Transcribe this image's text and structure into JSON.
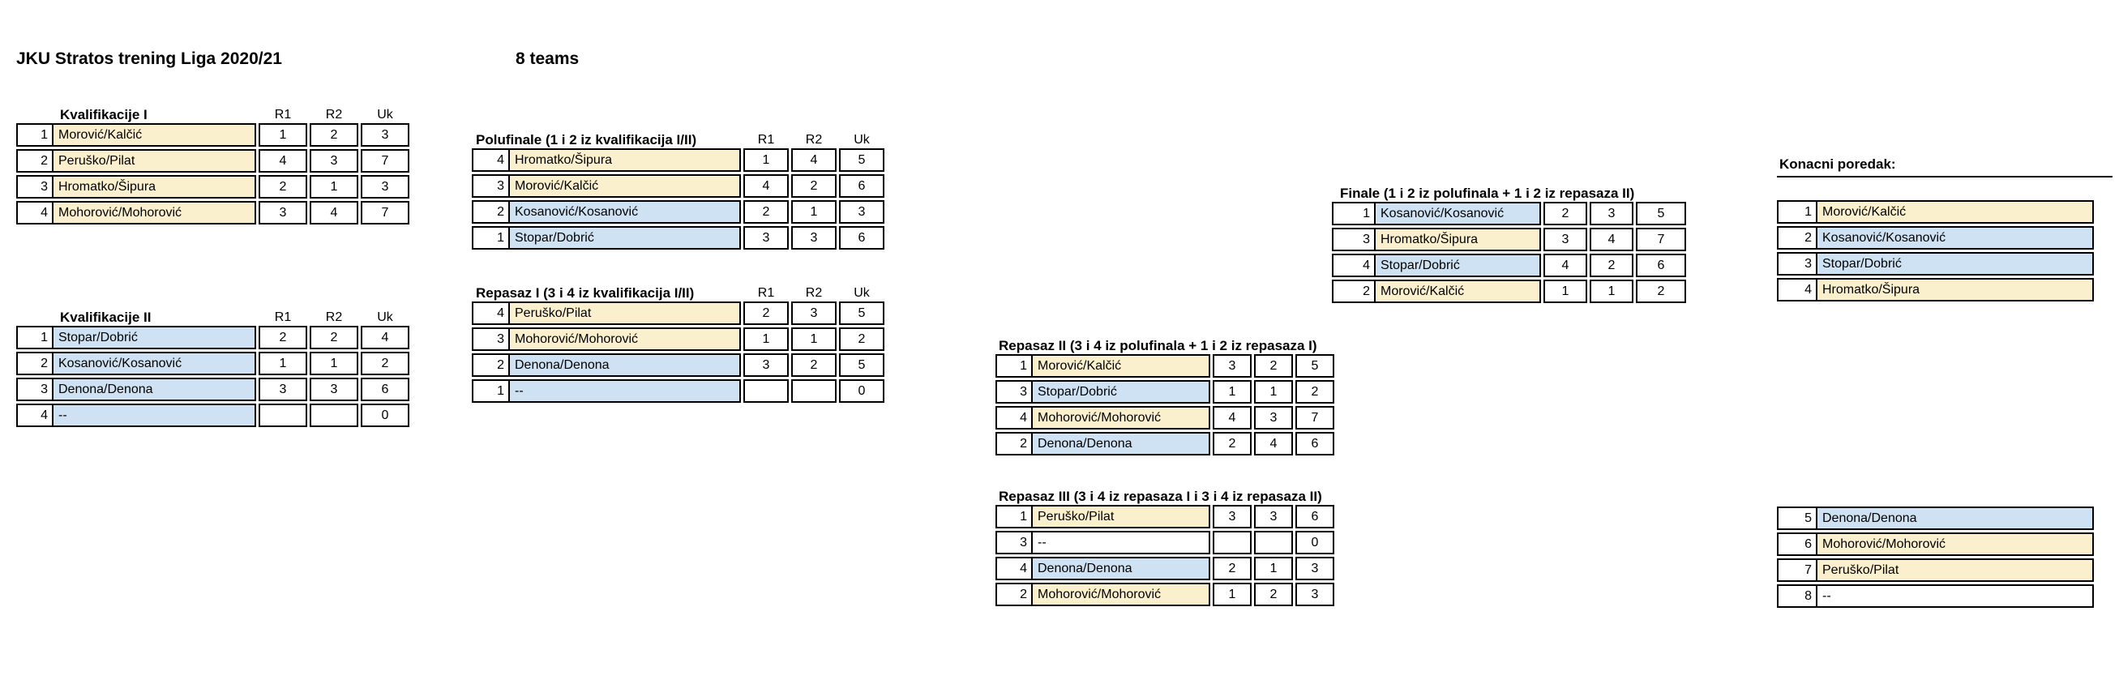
{
  "header": {
    "title": "JKU Stratos trening Liga 2020/21",
    "teams_label": "8 teams"
  },
  "col_headers": {
    "r1": "R1",
    "r2": "R2",
    "uk": "Uk"
  },
  "colors": {
    "beige": "#fbf0cd",
    "blue": "#cfe2f3",
    "white": "#ffffff"
  },
  "tables": {
    "kval1": {
      "title": "Kvalifikacije I",
      "rows": [
        {
          "rank": "1",
          "name": "Morović/Kalčić",
          "color": "beige",
          "r1": "1",
          "r2": "2",
          "uk": "3"
        },
        {
          "rank": "2",
          "name": "Peruško/Pilat",
          "color": "beige",
          "r1": "4",
          "r2": "3",
          "uk": "7"
        },
        {
          "rank": "3",
          "name": "Hromatko/Šipura",
          "color": "beige",
          "r1": "2",
          "r2": "1",
          "uk": "3"
        },
        {
          "rank": "4",
          "name": "Mohorović/Mohorović",
          "color": "beige",
          "r1": "3",
          "r2": "4",
          "uk": "7"
        }
      ]
    },
    "kval2": {
      "title": "Kvalifikacije II",
      "rows": [
        {
          "rank": "1",
          "name": "Stopar/Dobrić",
          "color": "blue",
          "r1": "2",
          "r2": "2",
          "uk": "4"
        },
        {
          "rank": "2",
          "name": "Kosanović/Kosanović",
          "color": "blue",
          "r1": "1",
          "r2": "1",
          "uk": "2"
        },
        {
          "rank": "3",
          "name": "Denona/Denona",
          "color": "blue",
          "r1": "3",
          "r2": "3",
          "uk": "6"
        },
        {
          "rank": "4",
          "name": "--",
          "color": "blue",
          "r1": "",
          "r2": "",
          "uk": "0"
        }
      ]
    },
    "polufinale": {
      "title": "Polufinale (1 i 2 iz kvalifikacija I/II)",
      "rows": [
        {
          "rank": "4",
          "name": "Hromatko/Šipura",
          "color": "beige",
          "r1": "1",
          "r2": "4",
          "uk": "5"
        },
        {
          "rank": "3",
          "name": "Morović/Kalčić",
          "color": "beige",
          "r1": "4",
          "r2": "2",
          "uk": "6"
        },
        {
          "rank": "2",
          "name": "Kosanović/Kosanović",
          "color": "blue",
          "r1": "2",
          "r2": "1",
          "uk": "3"
        },
        {
          "rank": "1",
          "name": "Stopar/Dobrić",
          "color": "blue",
          "r1": "3",
          "r2": "3",
          "uk": "6"
        }
      ]
    },
    "repasaz1": {
      "title": "Repasaz I (3 i 4 iz kvalifikacija I/II)",
      "rows": [
        {
          "rank": "4",
          "name": "Peruško/Pilat",
          "color": "beige",
          "r1": "2",
          "r2": "3",
          "uk": "5"
        },
        {
          "rank": "3",
          "name": "Mohorović/Mohorović",
          "color": "beige",
          "r1": "1",
          "r2": "1",
          "uk": "2"
        },
        {
          "rank": "2",
          "name": "Denona/Denona",
          "color": "blue",
          "r1": "3",
          "r2": "2",
          "uk": "5"
        },
        {
          "rank": "1",
          "name": "--",
          "color": "blue",
          "r1": "",
          "r2": "",
          "uk": "0"
        }
      ]
    },
    "repasaz2": {
      "title": "Repasaz II (3 i 4 iz polufinala + 1 i 2 iz repasaza I)",
      "rows": [
        {
          "rank": "1",
          "name": "Morović/Kalčić",
          "color": "beige",
          "r1": "3",
          "r2": "2",
          "uk": "5"
        },
        {
          "rank": "3",
          "name": "Stopar/Dobrić",
          "color": "blue",
          "r1": "1",
          "r2": "1",
          "uk": "2"
        },
        {
          "rank": "4",
          "name": "Mohorović/Mohorović",
          "color": "beige",
          "r1": "4",
          "r2": "3",
          "uk": "7"
        },
        {
          "rank": "2",
          "name": "Denona/Denona",
          "color": "blue",
          "r1": "2",
          "r2": "4",
          "uk": "6"
        }
      ]
    },
    "repasaz3": {
      "title": "Repasaz III (3 i 4 iz repasaza I i 3 i 4 iz repasaza II)",
      "rows": [
        {
          "rank": "1",
          "name": "Peruško/Pilat",
          "color": "beige",
          "r1": "3",
          "r2": "3",
          "uk": "6"
        },
        {
          "rank": "3",
          "name": "--",
          "color": "white",
          "r1": "",
          "r2": "",
          "uk": "0"
        },
        {
          "rank": "4",
          "name": "Denona/Denona",
          "color": "blue",
          "r1": "2",
          "r2": "1",
          "uk": "3"
        },
        {
          "rank": "2",
          "name": "Mohorović/Mohorović",
          "color": "beige",
          "r1": "1",
          "r2": "2",
          "uk": "3"
        }
      ]
    },
    "finale": {
      "title": "Finale (1 i 2 iz polufinala + 1 i 2 iz repasaza II)",
      "rows": [
        {
          "rank": "1",
          "name": "Kosanović/Kosanović",
          "color": "blue",
          "r1": "2",
          "r2": "3",
          "uk": "5"
        },
        {
          "rank": "3",
          "name": "Hromatko/Šipura",
          "color": "beige",
          "r1": "3",
          "r2": "4",
          "uk": "7"
        },
        {
          "rank": "4",
          "name": "Stopar/Dobrić",
          "color": "blue",
          "r1": "4",
          "r2": "2",
          "uk": "6"
        },
        {
          "rank": "2",
          "name": "Morović/Kalčić",
          "color": "beige",
          "r1": "1",
          "r2": "1",
          "uk": "2"
        }
      ]
    }
  },
  "standings": {
    "title": "Konacni poredak:",
    "rows_top": [
      {
        "rank": "1",
        "name": "Morović/Kalčić",
        "color": "beige"
      },
      {
        "rank": "2",
        "name": "Kosanović/Kosanović",
        "color": "blue"
      },
      {
        "rank": "3",
        "name": "Stopar/Dobrić",
        "color": "blue"
      },
      {
        "rank": "4",
        "name": "Hromatko/Šipura",
        "color": "beige"
      }
    ],
    "rows_bottom": [
      {
        "rank": "5",
        "name": "Denona/Denona",
        "color": "blue"
      },
      {
        "rank": "6",
        "name": "Mohorović/Mohorović",
        "color": "beige"
      },
      {
        "rank": "7",
        "name": "Peruško/Pilat",
        "color": "beige"
      },
      {
        "rank": "8",
        "name": "--",
        "color": "white"
      }
    ]
  }
}
